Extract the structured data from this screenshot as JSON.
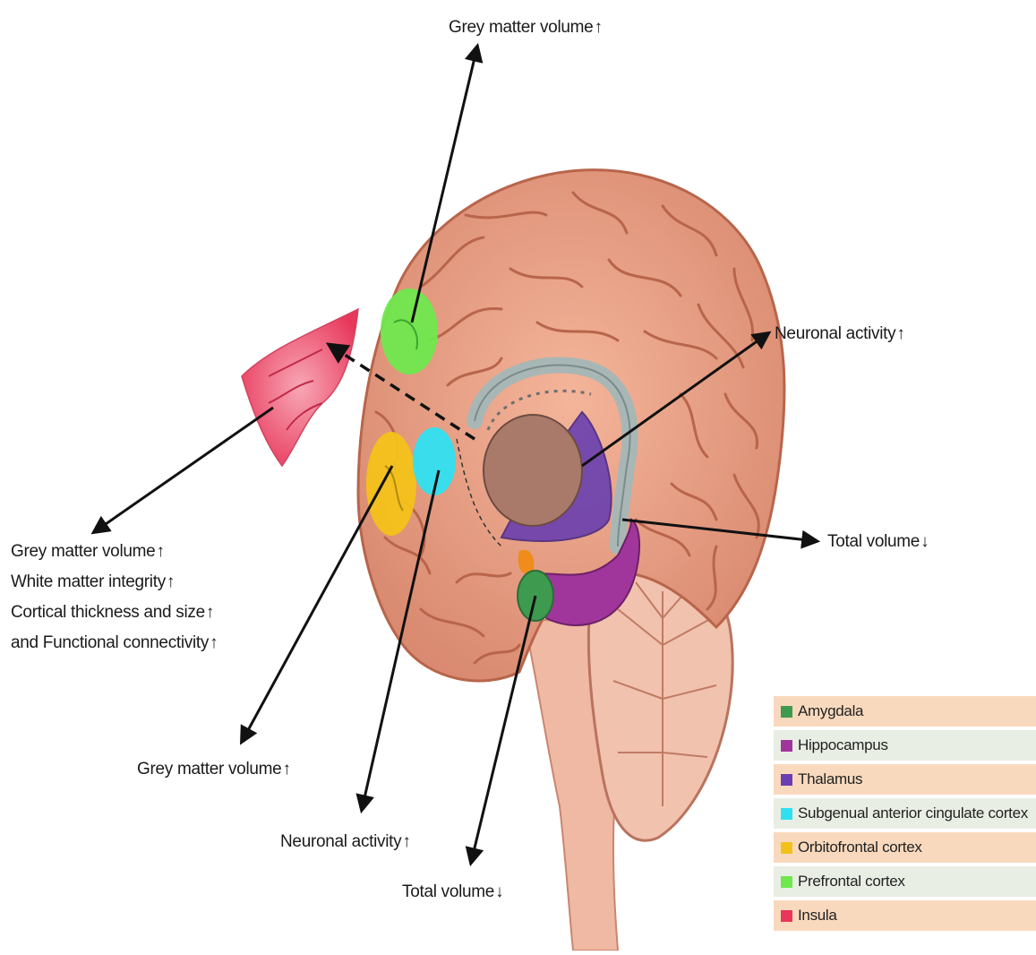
{
  "labels": {
    "prefrontal_top": {
      "text": "Grey matter volume",
      "arrow": "↑"
    },
    "thalamus_right": {
      "text": "Neuronal activity",
      "arrow": "↑"
    },
    "hippocampus_right": {
      "text": "Total volume",
      "arrow": "↓"
    },
    "insula_left": [
      {
        "text": "Grey matter volume",
        "arrow": "↑"
      },
      {
        "text": "White matter integrity",
        "arrow": "↑"
      },
      {
        "text": "Cortical thickness and size",
        "arrow": "↑"
      },
      {
        "text": "and Functional connectivity",
        "arrow": "↑"
      }
    ],
    "orbitofrontal_bottom": {
      "text": "Grey matter volume",
      "arrow": "↑"
    },
    "sgacc_bottom": {
      "text": "Neuronal activity",
      "arrow": "↑"
    },
    "amygdala_bottom": {
      "text": "Total volume",
      "arrow": "↓"
    }
  },
  "legend": [
    {
      "label": "Amygdala",
      "color": "#3e9a4f"
    },
    {
      "label": "Hippocampus",
      "color": "#a0369b"
    },
    {
      "label": "Thalamus",
      "color": "#6a3fb0"
    },
    {
      "label": "Subgenual anterior cingulate cortex",
      "color": "#2fe0f0"
    },
    {
      "label": "Orbitofrontal cortex",
      "color": "#f3c21a"
    },
    {
      "label": "Prefrontal cortex",
      "color": "#6fe84e"
    },
    {
      "label": "Insula",
      "color": "#e8375a"
    }
  ]
}
